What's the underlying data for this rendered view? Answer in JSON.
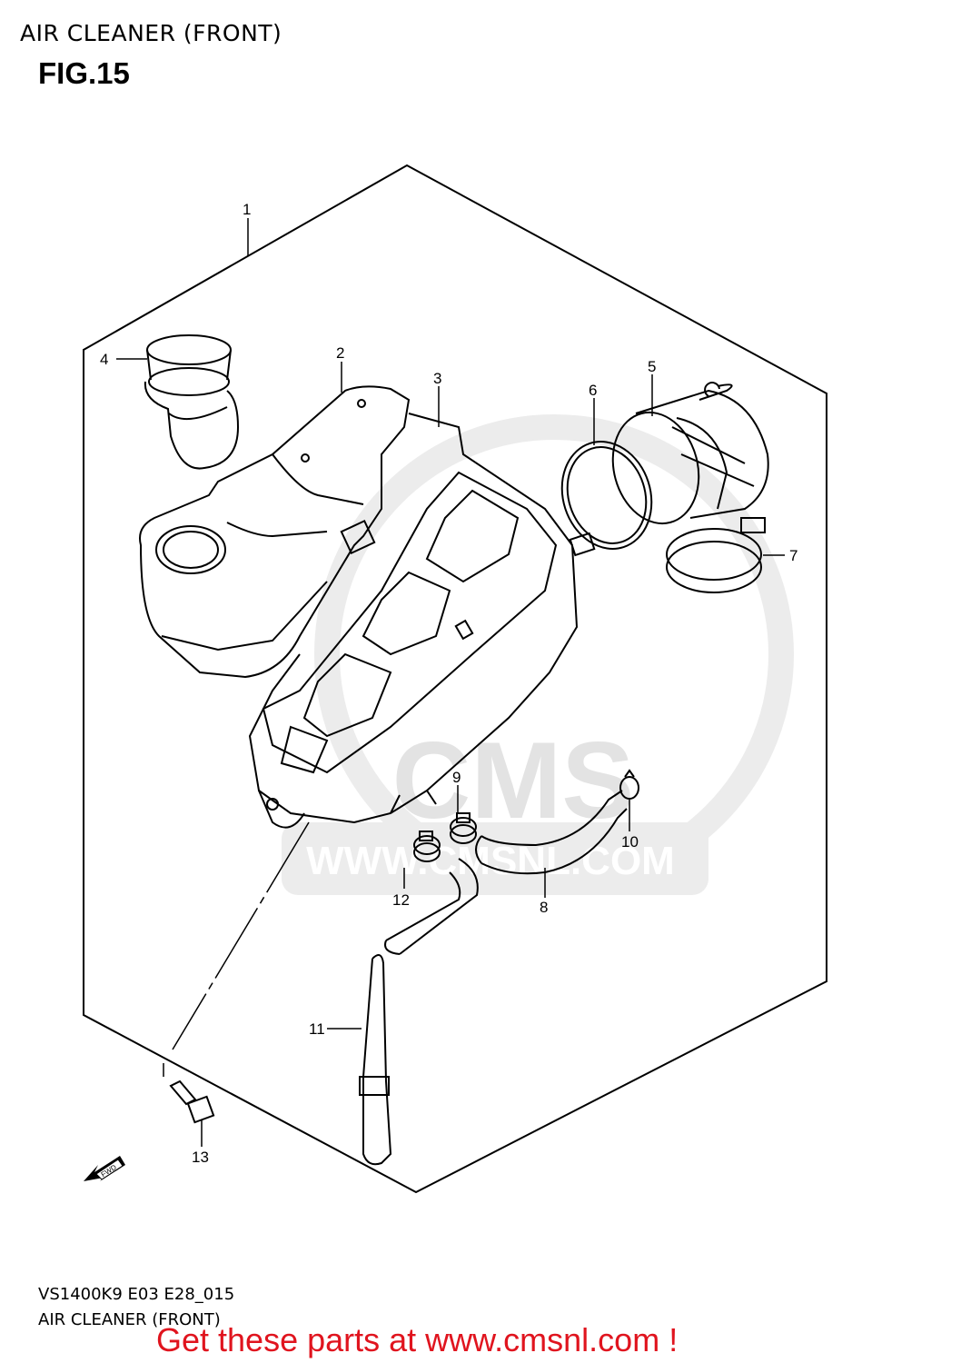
{
  "header": {
    "title": "AIR CLEANER (FRONT)",
    "figure": "FIG.15"
  },
  "diagram": {
    "callouts": [
      "1",
      "2",
      "3",
      "4",
      "5",
      "6",
      "7",
      "8",
      "9",
      "10",
      "11",
      "12",
      "13"
    ],
    "direction_marker": "FWD",
    "watermark": {
      "logo_text": "CMS",
      "url_text": "WWW.CMSNL.COM"
    }
  },
  "footer": {
    "model_code": "VS1400K9 E03 E28_015",
    "section_name": "AIR CLEANER (FRONT)",
    "cta": "Get these parts at www.cmsnl.com !"
  },
  "colors": {
    "line": "#000000",
    "watermark": "#e3e3e3",
    "cta": "#e0141e"
  }
}
